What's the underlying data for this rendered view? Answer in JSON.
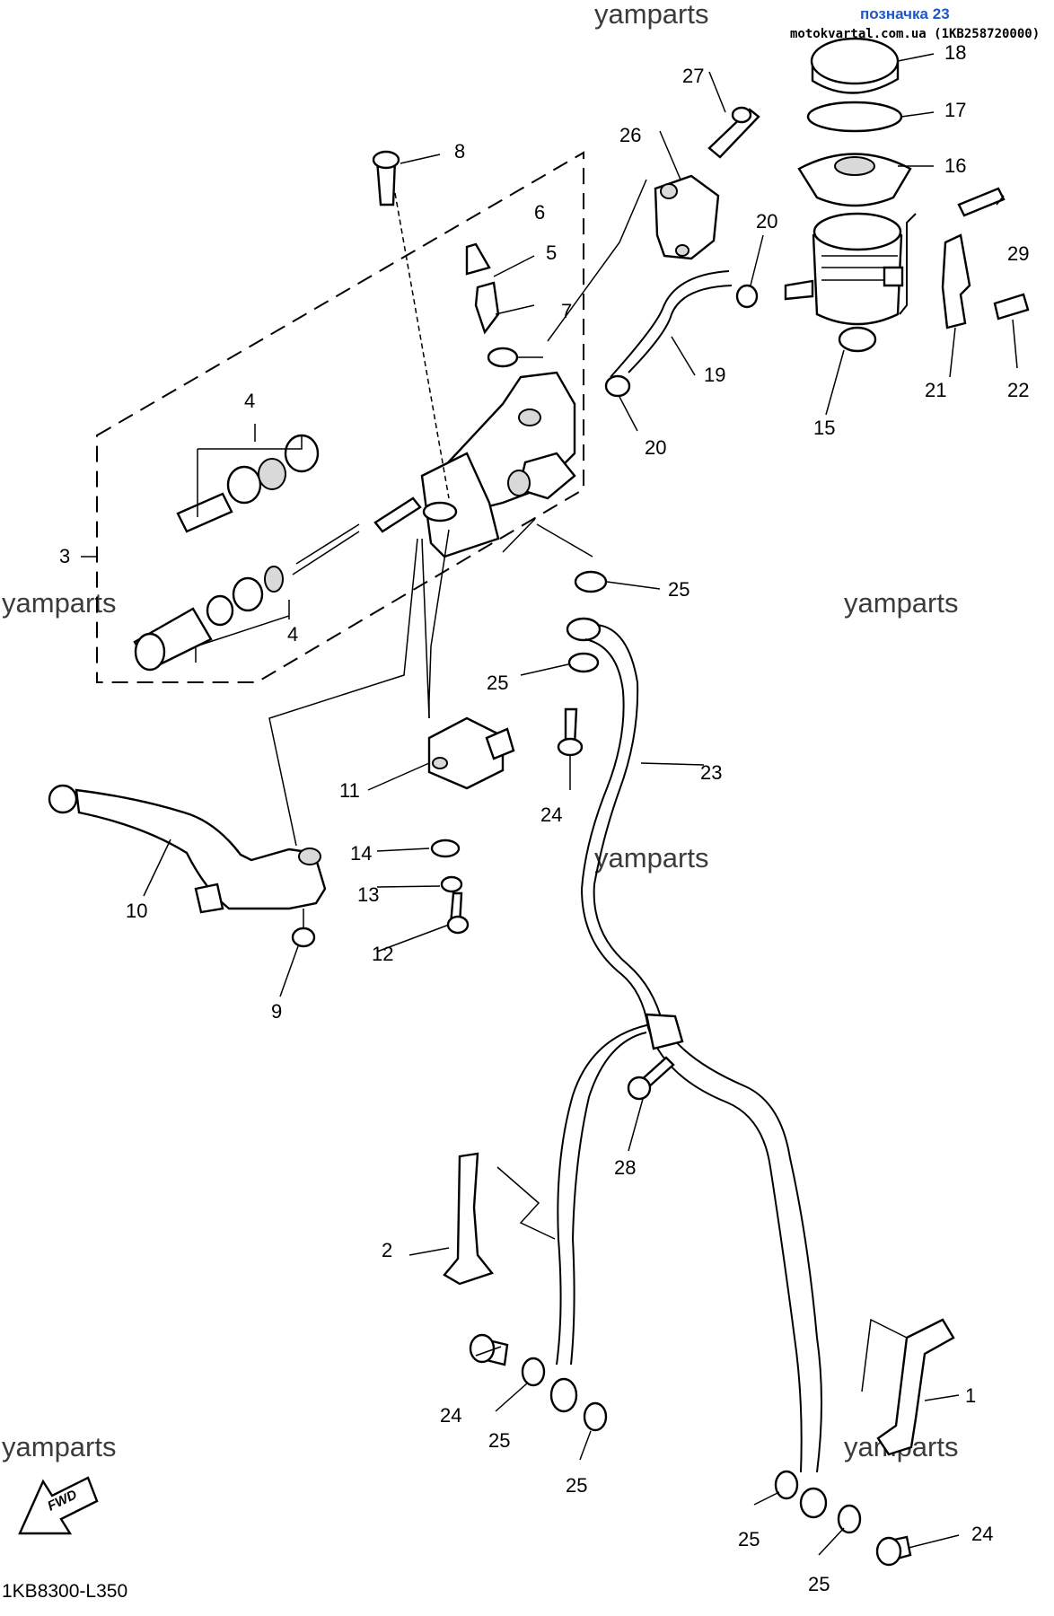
{
  "header": {
    "badge": "позначка 23",
    "source": "motokvartal.com.ua (1KB258720000)"
  },
  "watermark": "yamparts",
  "reference": "1KB8300-L350",
  "fwd_label": "FWD",
  "callouts": {
    "n1": "1",
    "n2": "2",
    "n3": "3",
    "n4a": "4",
    "n4b": "4",
    "n5": "5",
    "n6": "6",
    "n7": "7",
    "n8": "8",
    "n9": "9",
    "n10": "10",
    "n11": "11",
    "n12": "12",
    "n13": "13",
    "n14": "14",
    "n15": "15",
    "n16": "16",
    "n17": "17",
    "n18": "18",
    "n19": "19",
    "n20a": "20",
    "n20b": "20",
    "n21": "21",
    "n22": "22",
    "n23": "23",
    "n24a": "24",
    "n24b": "24",
    "n24c": "24",
    "n25a": "25",
    "n25b": "25",
    "n25c": "25",
    "n25d": "25",
    "n25e": "25",
    "n25f": "25",
    "n26": "26",
    "n27": "27",
    "n28": "28",
    "n29": "29"
  }
}
